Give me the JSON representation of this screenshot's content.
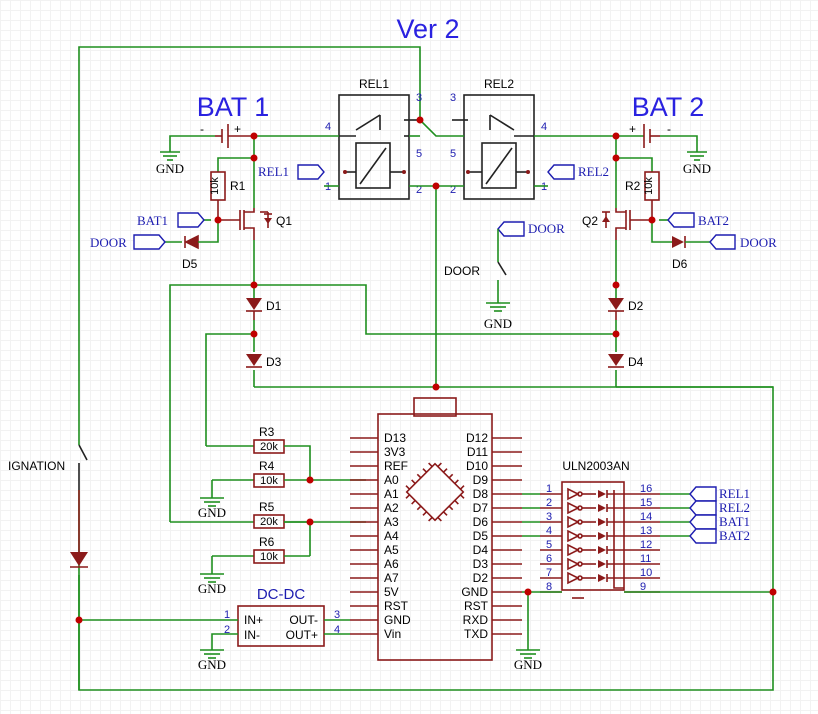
{
  "title": "Ver 2",
  "bat1_label": "BAT 1",
  "bat2_label": "BAT 2",
  "relays": {
    "rel1": "REL1",
    "rel2": "REL2"
  },
  "relay_pins": {
    "r1": [
      "3",
      "4",
      "5",
      "1",
      "2"
    ],
    "r2": [
      "3",
      "4",
      "5",
      "1",
      "2"
    ]
  },
  "battery_pins": {
    "minus": "-",
    "plus": "+"
  },
  "gnd": "GND",
  "net_labels": {
    "rel1": "REL1",
    "rel2": "REL2",
    "bat1": "BAT1",
    "bat2": "BAT2",
    "door": "DOOR"
  },
  "door_switch": "DOOR",
  "ignition": "IGNATION",
  "transistors": {
    "q1": "Q1",
    "q2": "Q2"
  },
  "resistors": {
    "r1": {
      "ref": "R1",
      "value": "10k"
    },
    "r2": {
      "ref": "R2",
      "value": "10k"
    },
    "r3": {
      "ref": "R3",
      "value": "20k"
    },
    "r4": {
      "ref": "R4",
      "value": "10k"
    },
    "r5": {
      "ref": "R5",
      "value": "20k"
    },
    "r6": {
      "ref": "R6",
      "value": "10k"
    }
  },
  "diodes": [
    "D1",
    "D2",
    "D3",
    "D4",
    "D5",
    "D6"
  ],
  "dcdc": {
    "title": "DC-DC",
    "left_pins": [
      "IN+",
      "IN-"
    ],
    "right_pins": [
      "OUT-",
      "OUT+"
    ],
    "left_nums": [
      "1",
      "2"
    ],
    "right_nums": [
      "3",
      "4"
    ]
  },
  "arduino": {
    "left_pins": [
      "D13",
      "3V3",
      "REF",
      "A0",
      "A1",
      "A2",
      "A3",
      "A4",
      "A5",
      "A6",
      "A7",
      "5V",
      "RST",
      "GND",
      "Vin"
    ],
    "right_pins": [
      "D12",
      "D11",
      "D10",
      "D9",
      "D8",
      "D7",
      "D6",
      "D5",
      "D4",
      "D3",
      "D2",
      "GND",
      "RST",
      "RXD",
      "TXD"
    ]
  },
  "uln": {
    "title": "ULN2003AN",
    "left_nums": [
      "1",
      "2",
      "3",
      "4",
      "5",
      "6",
      "7",
      "8"
    ],
    "right_nums": [
      "16",
      "15",
      "14",
      "13",
      "12",
      "11",
      "10",
      "9"
    ],
    "outputs": [
      "REL1",
      "REL2",
      "BAT1",
      "BAT2"
    ]
  }
}
